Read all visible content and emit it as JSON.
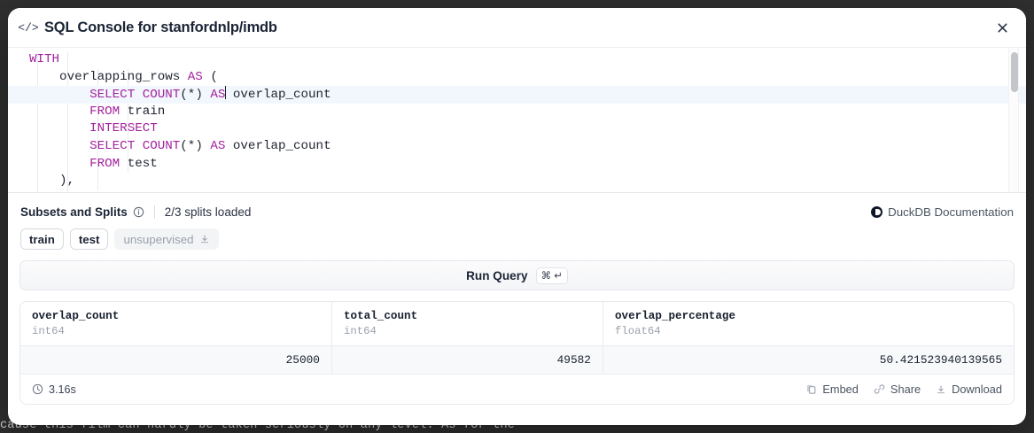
{
  "backdrop": {
    "page_text": "cause this film can hardly be taken seriously on any level. As for the"
  },
  "modal": {
    "header": {
      "icon": "code-brackets-icon",
      "title": "SQL Console for stanfordnlp/imdb",
      "close_icon": "close-icon"
    },
    "editor": {
      "language": "sql",
      "active_line_index": 2,
      "caret_after": "AS",
      "lines": [
        [
          {
            "t": "WITH",
            "k": true
          }
        ],
        [
          {
            "t": "    overlapping_rows ",
            "k": false
          },
          {
            "t": "AS",
            "k": true
          },
          {
            "t": " (",
            "k": false
          }
        ],
        [
          {
            "t": "        ",
            "k": false
          },
          {
            "t": "SELECT COUNT",
            "k": true
          },
          {
            "t": "(*) ",
            "k": false
          },
          {
            "t": "AS",
            "k": true
          },
          {
            "t": " overlap_count",
            "k": false
          }
        ],
        [
          {
            "t": "        ",
            "k": false
          },
          {
            "t": "FROM",
            "k": true
          },
          {
            "t": " train",
            "k": false
          }
        ],
        [
          {
            "t": "        ",
            "k": false
          },
          {
            "t": "INTERSECT",
            "k": true
          }
        ],
        [
          {
            "t": "        ",
            "k": false
          },
          {
            "t": "SELECT COUNT",
            "k": true
          },
          {
            "t": "(*) ",
            "k": false
          },
          {
            "t": "AS",
            "k": true
          },
          {
            "t": " overlap_count",
            "k": false
          }
        ],
        [
          {
            "t": "        ",
            "k": false
          },
          {
            "t": "FROM",
            "k": true
          },
          {
            "t": " test",
            "k": false
          }
        ],
        [
          {
            "t": "    ),",
            "k": false
          }
        ]
      ]
    },
    "subsets": {
      "label": "Subsets and Splits",
      "info_icon": "info-icon",
      "splits_loaded": "2/3 splits loaded",
      "duckdb_link": "DuckDB Documentation",
      "duckdb_icon": "duckdb-logo-icon",
      "chips": [
        {
          "label": "train",
          "state": "loaded"
        },
        {
          "label": "test",
          "state": "loaded"
        },
        {
          "label": "unsupervised",
          "state": "not-loaded",
          "icon": "download-icon"
        }
      ]
    },
    "run": {
      "label": "Run Query",
      "shortcut": "⌘ ↵"
    },
    "results": {
      "columns": [
        {
          "name": "overlap_count",
          "type": "int64"
        },
        {
          "name": "total_count",
          "type": "int64"
        },
        {
          "name": "overlap_percentage",
          "type": "float64"
        }
      ],
      "rows": [
        [
          "25000",
          "49582",
          "50.421523940139565"
        ]
      ],
      "footer": {
        "timing_icon": "clock-icon",
        "timing": "3.16s",
        "actions": [
          {
            "label": "Embed",
            "icon": "copy-icon"
          },
          {
            "label": "Share",
            "icon": "link-icon"
          },
          {
            "label": "Download",
            "icon": "download-icon"
          }
        ]
      }
    }
  },
  "colors": {
    "keyword": "#a3239e",
    "text": "#1f2430",
    "active_line": "#f2f7fd",
    "row_bg": "#f8f9fb",
    "muted": "#9aa1ad"
  }
}
